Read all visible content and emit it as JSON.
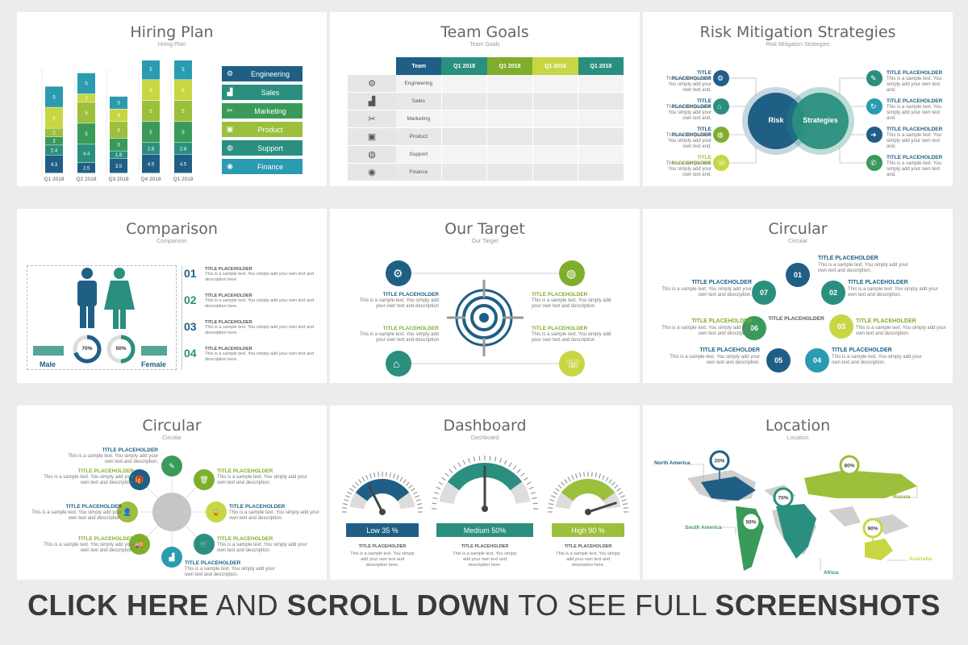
{
  "colors": {
    "navy": "#1f5f86",
    "teal": "#2a8f7e",
    "green": "#3a9a5a",
    "lime": "#9cbf3c",
    "yellow": "#c7d744",
    "grey": "#d9d9d9"
  },
  "hiring": {
    "title": "Hiring Plan",
    "subtitle": "Hiring Plan",
    "legend": [
      "Engineering",
      "Sales",
      "Marketing",
      "Product",
      "Support",
      "Finance"
    ],
    "chart_data": {
      "type": "bar",
      "categories": [
        "Q1 2018",
        "Q2 2018",
        "Q3 2018",
        "Q4 2018",
        "Q1 2019"
      ],
      "series": [
        {
          "values": [
            4.3,
            2.5,
            3.5,
            4.5,
            4.5
          ]
        },
        {
          "values": [
            2.4,
            4.4,
            1.8,
            2.8,
            2.8
          ]
        },
        {
          "values": [
            2,
            5,
            3,
            5,
            5
          ]
        },
        {
          "values": [
            2,
            5,
            4,
            5,
            5
          ]
        },
        {
          "values": [
            5,
            2,
            3,
            5,
            5
          ]
        },
        {
          "values": [
            5,
            5,
            3,
            5,
            5
          ]
        }
      ]
    }
  },
  "goals": {
    "title": "Team Goals",
    "subtitle": "Team Goals",
    "header": [
      "Team",
      "Q1 2018",
      "Q1 2018",
      "Q1 2018",
      "Q1 2018"
    ],
    "rows": [
      "Engineering",
      "Sales",
      "Marketing",
      "Product",
      "Support",
      "Finance"
    ]
  },
  "risk": {
    "title": "Risk Mitigation Strategies",
    "subtitle": "Risk Mitigation Strategies",
    "risk_label": "Risk",
    "strat_label": "Strategies",
    "item_title": "TITLE PLACEHOLDER",
    "item_text": "This is a sample text. You simply add your own text and."
  },
  "comparison": {
    "title": "Comparison",
    "subtitle": "Comparison",
    "male": "Male",
    "female": "Female",
    "male_pct": "70%",
    "female_pct": "50%",
    "male_value": 0.7,
    "female_value": 0.5,
    "items": [
      {
        "num": "01",
        "title": "TITLE PLACEHOLDER",
        "text": "This is a sample text. You simply add your own text and description here."
      },
      {
        "num": "02",
        "title": "TITLE PLACEHOLDER",
        "text": "This is a sample text. You simply add your own text and description here."
      },
      {
        "num": "03",
        "title": "TITLE PLACEHOLDER",
        "text": "This is a sample text. You simply add your own text and description here."
      },
      {
        "num": "04",
        "title": "TITLE PLACEHOLDER",
        "text": "This is a sample text. You simply add your own text and description here."
      }
    ]
  },
  "target": {
    "title": "Our Target",
    "subtitle": "Our Target",
    "item_title": "TITLE PLACEHOLDER",
    "item_text": "This is a sample text. You simply add your own text and description"
  },
  "circular1": {
    "title": "Circular",
    "subtitle": "Circular",
    "nums": [
      "01",
      "02",
      "03",
      "04",
      "05",
      "06",
      "07"
    ],
    "item_title": "TITLE PLACEHOLDER",
    "item_text": "This is a sample text. You simply add your own text and description.",
    "center": "TITLE PLACEHOLDER"
  },
  "circular2": {
    "title": "Circular",
    "subtitle": "Circular",
    "item_title": "TITLE PLACEHOLDER",
    "item_text": "This is a sample text. You simply add your own text and description."
  },
  "dashboard": {
    "title": "Dashboard",
    "subtitle": "Dashboard",
    "gauges": [
      {
        "label": "Low  35 %",
        "value": 0.35
      },
      {
        "label": "Medium 50%",
        "value": 0.5
      },
      {
        "label": "High  90 %",
        "value": 0.9
      }
    ],
    "item_title": "TITLE PLACEHOLDER",
    "item_text": "This is a sample text. You simply add your own text and description here."
  },
  "location": {
    "title": "Location",
    "subtitle": "Location",
    "regions": [
      "North America",
      "South America",
      "Russia",
      "Africa",
      "Australia"
    ],
    "pins": [
      "20%",
      "50%",
      "70%",
      "80%",
      "90%"
    ]
  },
  "banner": {
    "part1": "CLICK HERE",
    "part2": " AND ",
    "part3": "SCROLL DOWN",
    "part4": " TO SEE FULL ",
    "part5": "SCREENSHOTS"
  }
}
